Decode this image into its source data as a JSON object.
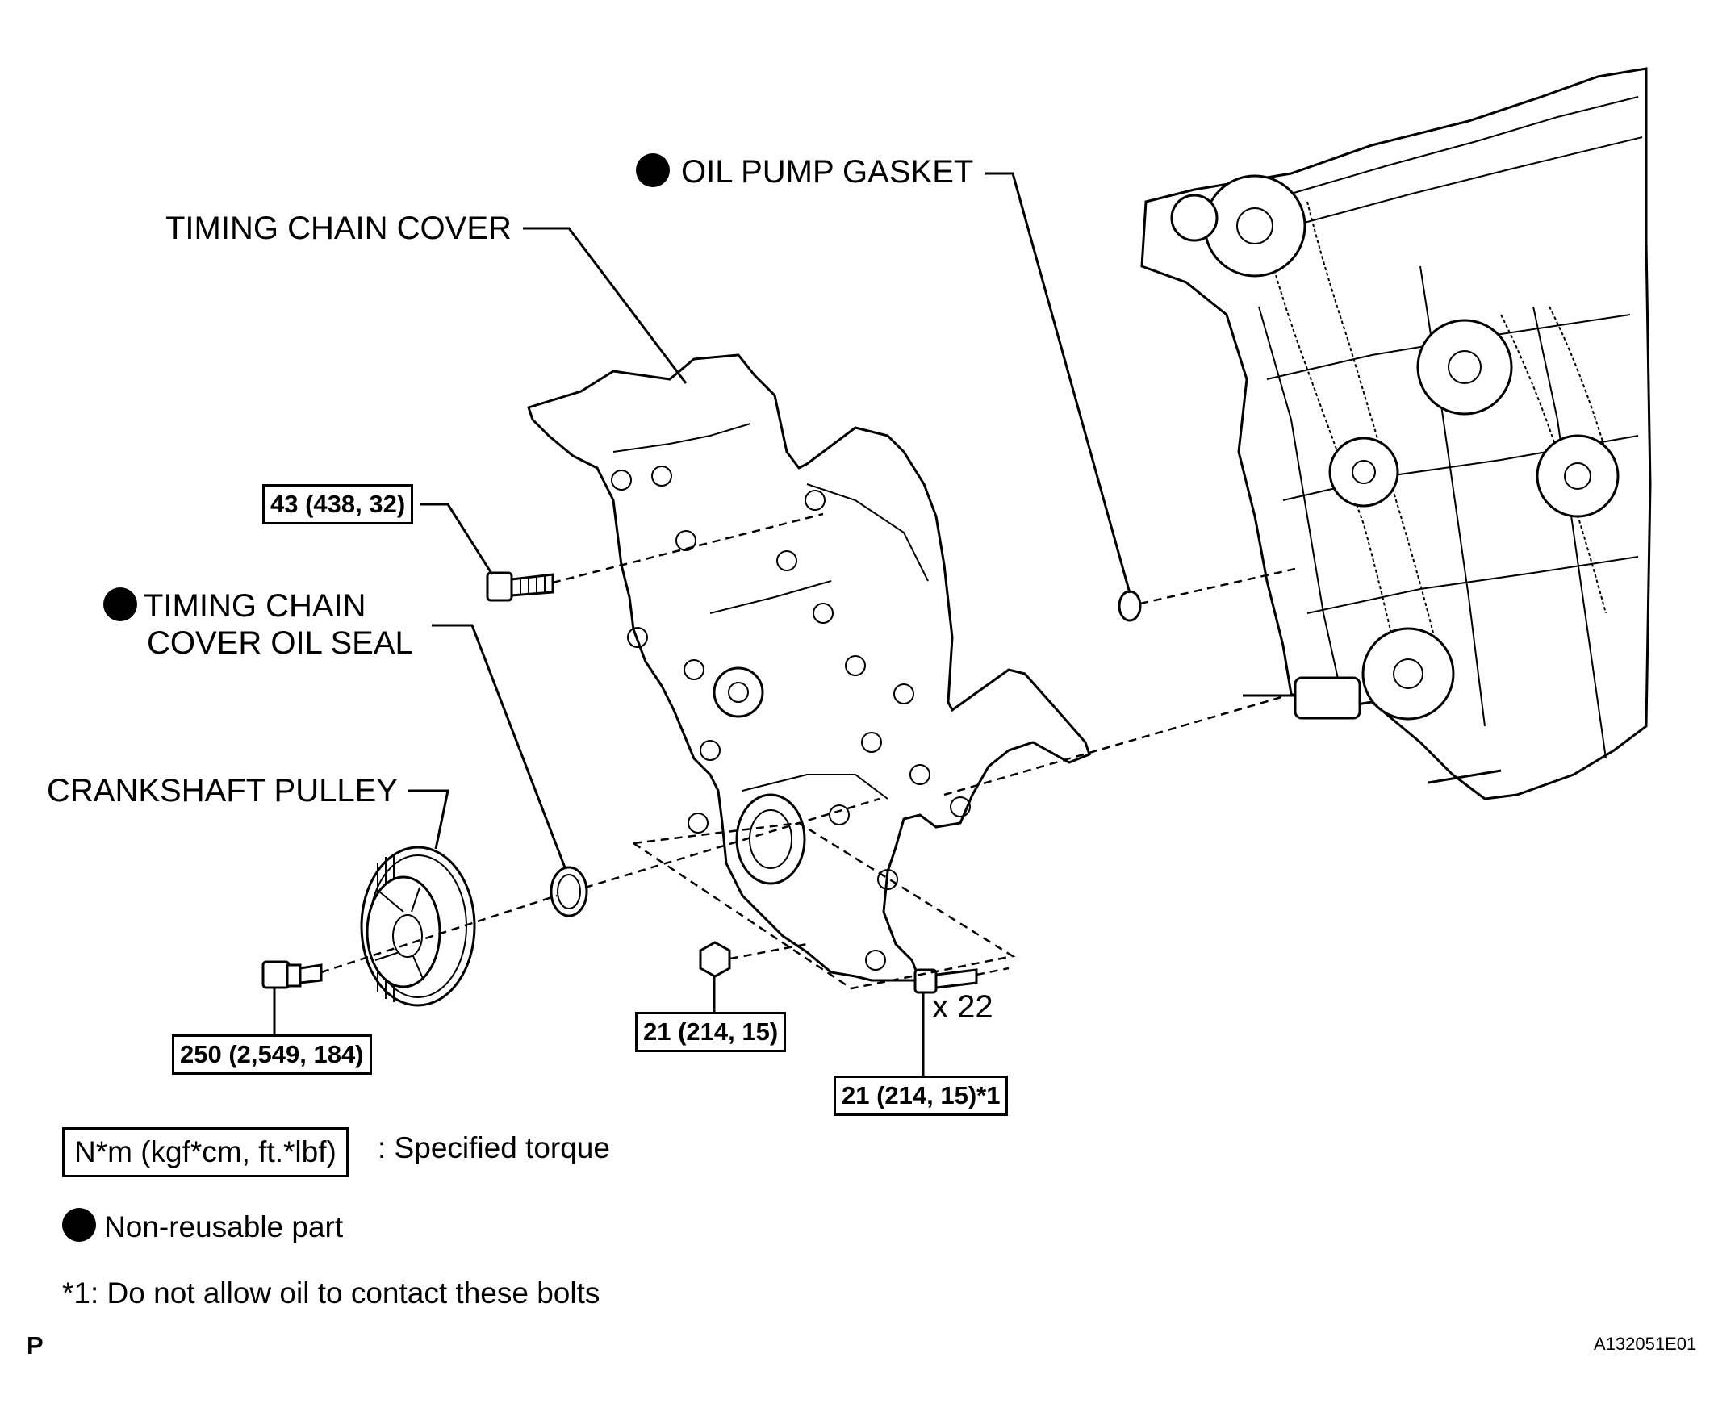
{
  "labels": {
    "oil_pump_gasket": "OIL PUMP GASKET",
    "timing_chain_cover": "TIMING CHAIN COVER",
    "timing_chain_cover_oil_seal_line1": "TIMING CHAIN",
    "timing_chain_cover_oil_seal_line2": "COVER OIL SEAL",
    "crankshaft_pulley": "CRANKSHAFT PULLEY",
    "bolt_quantity": "x 22"
  },
  "torque_specs": {
    "cover_upper_bolt": "43 (438, 32)",
    "pulley_bolt": "250 (2,549, 184)",
    "cover_nut": "21 (214, 15)",
    "cover_bolts": "21 (214, 15)*1"
  },
  "legend": {
    "torque_unit": "N*m (kgf*cm, ft.*lbf)",
    "torque_desc": ": Specified torque",
    "non_reusable": "Non-reusable part",
    "note": "*1: Do not allow oil to contact these bolts"
  },
  "corner": {
    "page_marker": "P",
    "figure_id": "A132051E01"
  },
  "icons": {
    "non_reusable_marker": "filled-black-circle"
  }
}
